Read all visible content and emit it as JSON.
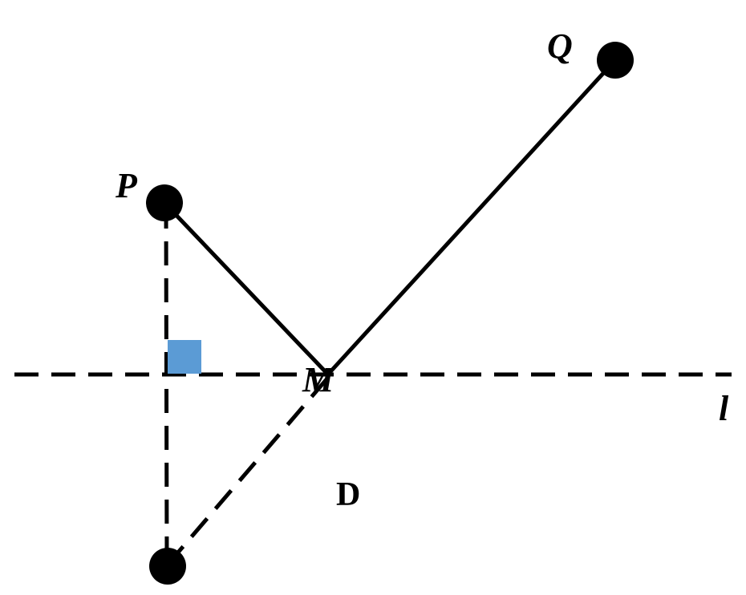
{
  "labels": {
    "p": "P",
    "q": "Q",
    "m": "M",
    "l": "l",
    "d": "D"
  },
  "colors": {
    "stroke": "#000000",
    "right_angle_marker": "#5b9bd5",
    "background": "#ffffff"
  }
}
